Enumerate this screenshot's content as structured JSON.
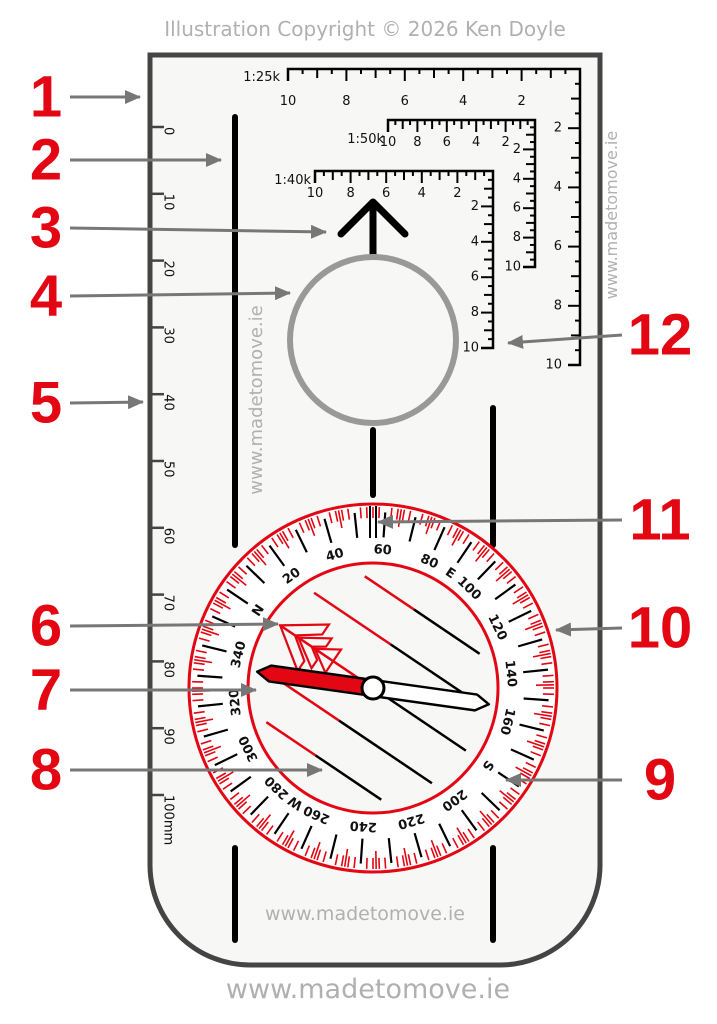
{
  "header": {
    "copyright": "Illustration Copyright © 2026 Ken Doyle"
  },
  "watermarks": {
    "bottom": "www.madetomove.ie",
    "plate": "www.madetomove.ie",
    "vertical_left": "www.madetomove.ie",
    "vertical_right": "www.madetomove.ie"
  },
  "colors": {
    "red": "#e30613",
    "plate_border": "#444444",
    "plate_fill": "#f7f7f5",
    "magnifier": "#999999",
    "callout_arrow": "#777777"
  },
  "ruler": {
    "labels": [
      "0",
      "10",
      "20",
      "30",
      "40",
      "50",
      "60",
      "70",
      "80",
      "90",
      "100mm"
    ]
  },
  "romers": [
    {
      "name": "1:25k",
      "h_labels": [
        "10",
        "8",
        "6",
        "4",
        "2"
      ],
      "v_labels": [
        "2",
        "4",
        "6",
        "8",
        "10"
      ]
    },
    {
      "name": "1:50k",
      "h_labels": [
        "10",
        "8",
        "6",
        "4",
        "2"
      ],
      "v_labels": [
        "2",
        "4",
        "6",
        "8",
        "10"
      ]
    },
    {
      "name": "1:40k",
      "h_labels": [
        "10",
        "8",
        "6",
        "4",
        "2"
      ],
      "v_labels": [
        "2",
        "4",
        "6",
        "8",
        "10"
      ]
    }
  ],
  "compass": {
    "bearing_at_index": 56,
    "needle_north_bearing": 334,
    "dial_labels": [
      {
        "deg": 0,
        "text": "N"
      },
      {
        "deg": 20,
        "text": "20"
      },
      {
        "deg": 40,
        "text": "40"
      },
      {
        "deg": 60,
        "text": "60"
      },
      {
        "deg": 80,
        "text": "80"
      },
      {
        "deg": 90,
        "text": "E"
      },
      {
        "deg": 100,
        "text": "100"
      },
      {
        "deg": 120,
        "text": "120"
      },
      {
        "deg": 140,
        "text": "140"
      },
      {
        "deg": 160,
        "text": "160"
      },
      {
        "deg": 180,
        "text": "S"
      },
      {
        "deg": 200,
        "text": "200"
      },
      {
        "deg": 220,
        "text": "220"
      },
      {
        "deg": 240,
        "text": "240"
      },
      {
        "deg": 260,
        "text": "260"
      },
      {
        "deg": 270,
        "text": "W"
      },
      {
        "deg": 280,
        "text": "280"
      },
      {
        "deg": 300,
        "text": "300"
      },
      {
        "deg": 320,
        "text": "320"
      },
      {
        "deg": 340,
        "text": "340"
      }
    ]
  },
  "callouts": [
    "1",
    "2",
    "3",
    "4",
    "5",
    "6",
    "7",
    "8",
    "9",
    "10",
    "11",
    "12"
  ]
}
